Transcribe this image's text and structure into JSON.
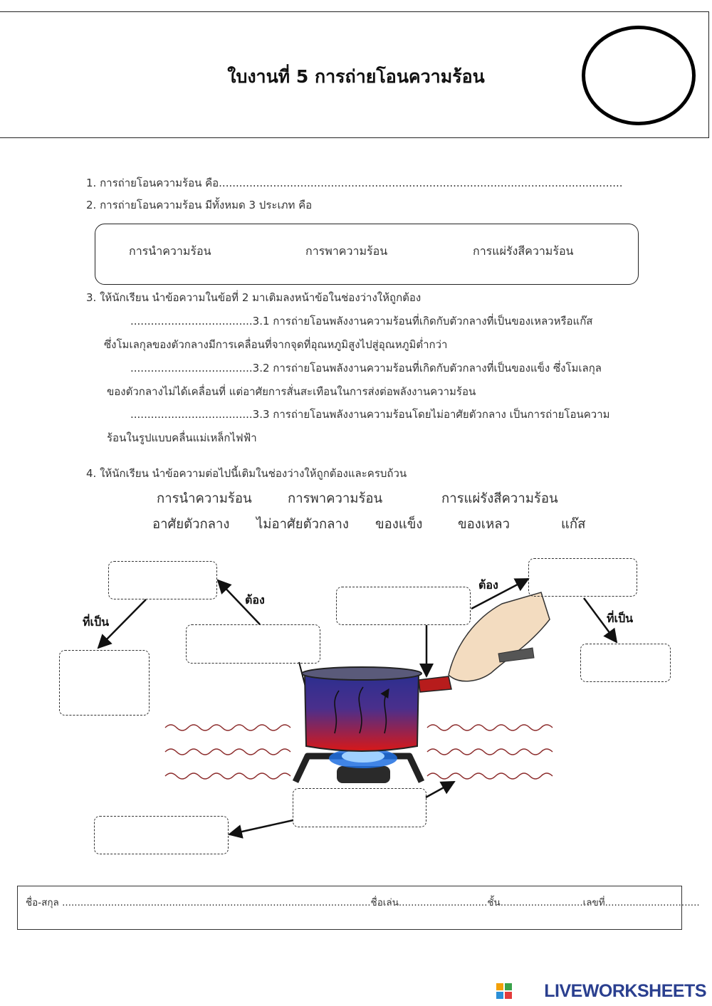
{
  "worksheet": {
    "title": "ใบงานที่ 5 การถ่ายโอนความร้อน"
  },
  "questions": {
    "q1": "1. การถ่ายโอนความร้อน  คือ.......................................................................................................................",
    "q2": "2. การถ่ายโอนความร้อน  มีทั้งหมด  3 ประเภท  คือ",
    "types": [
      "การนำความร้อน",
      "การพาความร้อน",
      "การแผ่รังสีความร้อน"
    ],
    "q3": "3. ให้นักเรียน นำข้อความในข้อที่ 2 มาเติมลงหน้าข้อในช่องว่างให้ถูกต้อง",
    "q3_1a": "....................................3.1 การถ่ายโอนพลังงานความร้อนที่เกิดกับตัวกลางที่เป็นของเหลวหรือแก๊ส",
    "q3_1b": "ซึ่งโมเลกุลของตัวกลางมีการเคลื่อนที่จากจุดที่อุณหภูมิสูงไปสู่อุณหภูมิต่ำกว่า",
    "q3_2a": "....................................3.2 การถ่ายโอนพลังงานความร้อนที่เกิดกับตัวกลางที่เป็นของแข็ง ซึ่งโมเลกุล",
    "q3_2b": "ของตัวกลางไม่ได้เคลื่อนที่ แต่อาศัยการสั่นสะเทือนในการส่งต่อพลังงานความร้อน",
    "q3_3a": "....................................3.3 การถ่ายโอนพลังงานความร้อนโดยไม่อาศัยตัวกลาง เป็นการถ่ายโอนความ",
    "q3_3b": "ร้อนในรูปแบบคลื่นแม่เหล็กไฟฟ้า",
    "q4": "4. ให้นักเรียน นำข้อความต่อไปนี้เติมในช่องว่างให้ถูกต้องและครบถ้วน",
    "word_bank_row1": [
      "การนำความร้อน",
      "การพาความร้อน",
      "การแผ่รังสีความร้อน"
    ],
    "word_bank_row2": [
      "อาศัยตัวกลาง",
      "ไม่อาศัยตัวกลาง",
      "ของแข็ง",
      "ของเหลว",
      "แก๊ส"
    ]
  },
  "diagram": {
    "labels": {
      "left_must": "ต้อง",
      "left_that_is": "ที่เป็น",
      "right_must": "ต้อง",
      "right_that_is": "ที่เป็น"
    },
    "colors": {
      "pot_dark": "#2b2f8f",
      "pot_hot": "#d81818",
      "handle": "#b71c1c",
      "flame": "#1e6fe0",
      "wave": "#8b2a2a",
      "skin": "#f3dcc0"
    }
  },
  "footer": {
    "text": "ชื่อ-สกุล .....................................................................................................ชื่อเล่น.............................ชั้น...........................เลขที่..............................."
  },
  "brand": {
    "name": "LIVEWORKSHEETS"
  }
}
